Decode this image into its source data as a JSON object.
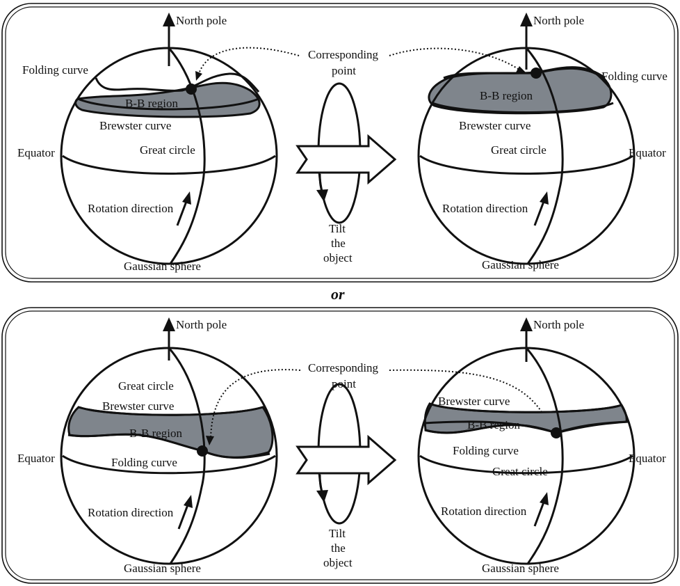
{
  "colors": {
    "ink": "#111111",
    "bb_region_fill": "#7f858c",
    "background": "#ffffff"
  },
  "separator_label": "or",
  "panels": [
    {
      "left_sphere": {
        "north_pole": "North pole",
        "folding_curve": "Folding curve",
        "bb_region": "B-B region",
        "brewster_curve": "Brewster curve",
        "equator": "Equator",
        "great_circle": "Great circle",
        "rotation_direction": "Rotation direction",
        "gaussian_sphere": "Gaussian sphere"
      },
      "corresponding_point": [
        "Corresponding",
        "point"
      ],
      "tilt_label": [
        "Tilt",
        "the",
        "object"
      ],
      "right_sphere": {
        "north_pole": "North pole",
        "folding_curve": "Folding curve",
        "bb_region": "B-B region",
        "brewster_curve": "Brewster curve",
        "equator": "Equator",
        "great_circle": "Great circle",
        "rotation_direction": "Rotation direction",
        "gaussian_sphere": "Gaussian sphere"
      }
    },
    {
      "left_sphere": {
        "north_pole": "North pole",
        "great_circle": "Great circle",
        "brewster_curve": "Brewster curve",
        "bb_region": "B-B region",
        "equator": "Equator",
        "folding_curve": "Folding curve",
        "rotation_direction": "Rotation direction",
        "gaussian_sphere": "Gaussian sphere"
      },
      "corresponding_point": [
        "Corresponding",
        "point"
      ],
      "tilt_label": [
        "Tilt",
        "the",
        "object"
      ],
      "right_sphere": {
        "north_pole": "North pole",
        "brewster_curve": "Brewster curve",
        "bb_region": "B-B region",
        "folding_curve": "Folding curve",
        "great_circle": "Great circle",
        "equator": "Equator",
        "rotation_direction": "Rotation direction",
        "gaussian_sphere": "Gaussian sphere"
      }
    }
  ]
}
